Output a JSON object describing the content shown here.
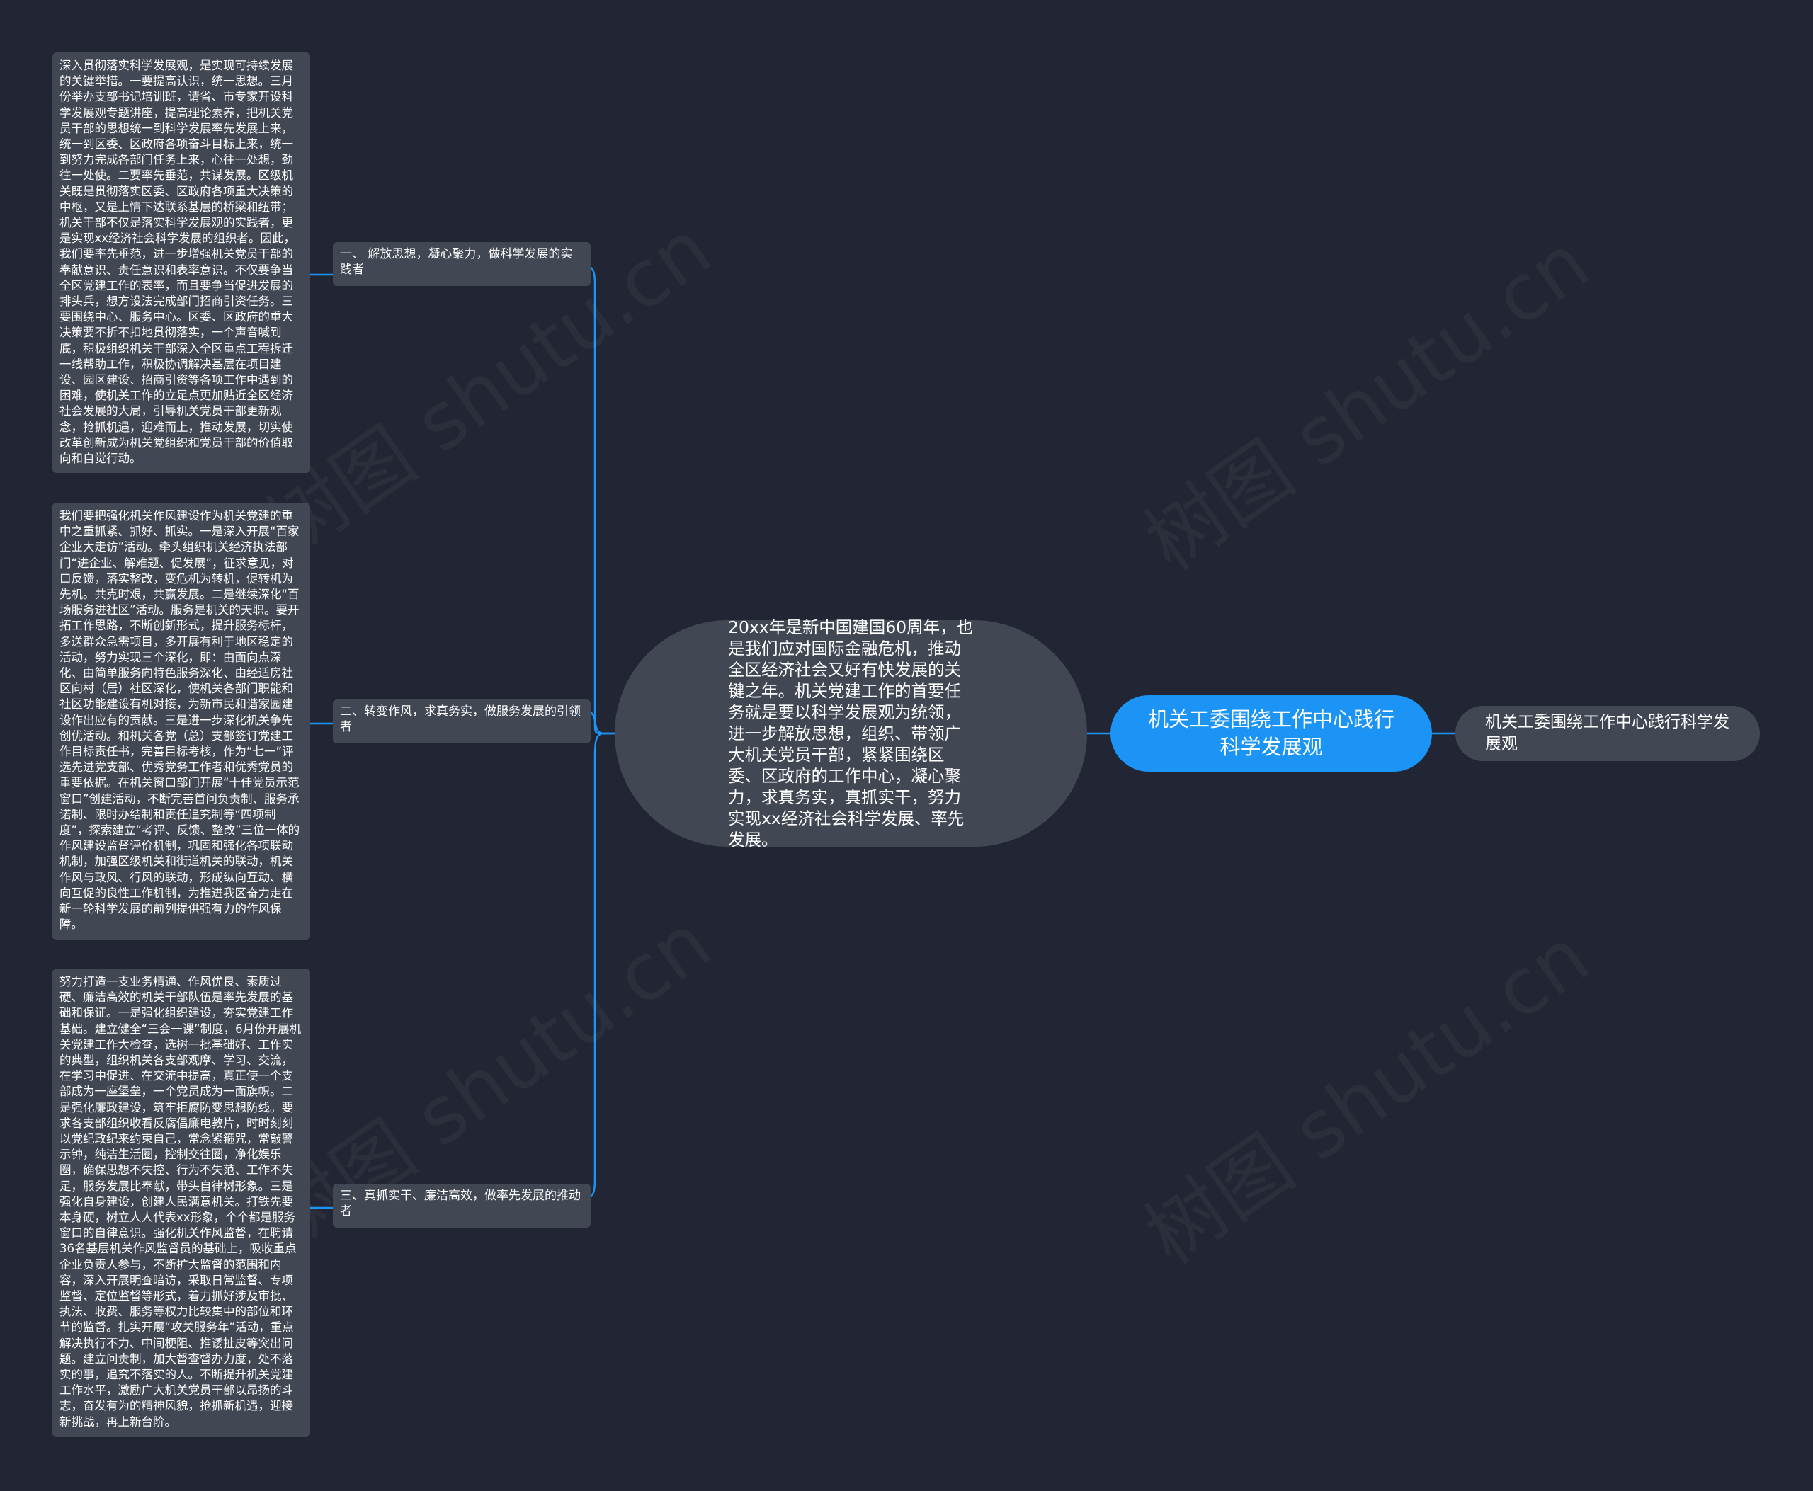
{
  "colors": {
    "background": "#222634",
    "node": "#424754",
    "root": "#1b94f5",
    "connector": "#1b94f5",
    "text": "#ffffff"
  },
  "watermark": "树图 shutu.cn",
  "root": {
    "label": "机关工委围绕工作中心践行科学发展观"
  },
  "right_child": {
    "label": "机关工委围绕工作中心践行科学发展观"
  },
  "center": {
    "text": "20xx年是新中国建国60周年，也是我们应对国际金融危机，推动全区经济社会又好有快发展的关键之年。机关党建工作的首要任务就是要以科学发展观为统领，进一步解放思想，组织、带领广大机关党员干部，紧紧围绕区委、区政府的工作中心，凝心聚力，求真务实，真抓实干，努力实现xx经济社会科学发展、率先发展。"
  },
  "branches": [
    {
      "label": "一、 解放思想，凝心聚力，做科学发展的实践者",
      "detail": "深入贯彻落实科学发展观，是实现可持续发展的关键举措。一要提高认识，统一思想。三月份举办支部书记培训班，请省、市专家开设科学发展观专题讲座，提高理论素养，把机关党员干部的思想统一到科学发展率先发展上来，统一到区委、区政府各项奋斗目标上来，统一到努力完成各部门任务上来，心往一处想，劲往一处使。二要率先垂范，共谋发展。区级机关既是贯彻落实区委、区政府各项重大决策的中枢，又是上情下达联系基层的桥梁和纽带；机关干部不仅是落实科学发展观的实践者，更是实现xx经济社会科学发展的组织者。因此，我们要率先垂范，进一步增强机关党员干部的奉献意识、责任意识和表率意识。不仅要争当全区党建工作的表率，而且要争当促进发展的排头兵，想方设法完成部门招商引资任务。三要围绕中心、服务中心。区委、区政府的重大决策要不折不扣地贯彻落实，一个声音喊到底，积极组织机关干部深入全区重点工程拆迁一线帮助工作，积极协调解决基层在项目建设、园区建设、招商引资等各项工作中遇到的困难，使机关工作的立足点更加贴近全区经济社会发展的大局，引导机关党员干部更新观念，抢抓机遇，迎难而上，推动发展，切实使改革创新成为机关党组织和党员干部的价值取向和自觉行动。"
    },
    {
      "label": "二、转变作风，求真务实，做服务发展的引领者",
      "detail": "我们要把强化机关作风建设作为机关党建的重中之重抓紧、抓好、抓实。一是深入开展“百家企业大走访”活动。牵头组织机关经济执法部门“进企业、解难题、促发展”，征求意见，对口反馈，落实整改，变危机为转机，促转机为先机。共克时艰，共赢发展。二是继续深化“百场服务进社区”活动。服务是机关的天职。要开拓工作思路，不断创新形式，提升服务标杆，多送群众急需项目，多开展有利于地区稳定的活动，努力实现三个深化，即：由面向点深化、由简单服务向特色服务深化、由经适房社区向村（居）社区深化，使机关各部门职能和社区功能建设有机对接，为新市民和谐家园建设作出应有的贡献。三是进一步深化机关争先创优活动。和机关各党（总）支部签订党建工作目标责任书，完善目标考核，作为“七一”评选先进党支部、优秀党务工作者和优秀党员的重要依据。在机关窗口部门开展“十佳党员示范窗口”创建活动，不断完善首问负责制、服务承诺制、限时办结制和责任追究制等“四项制度”，探索建立“考评、反馈、整改”三位一体的作风建设监督评价机制，巩固和强化各项联动机制，加强区级机关和街道机关的联动，机关作风与政风、行风的联动，形成纵向互动、横向互促的良性工作机制，为推进我区奋力走在新一轮科学发展的前列提供强有力的作风保障。"
    },
    {
      "label": "三、真抓实干、廉洁高效，做率先发展的推动者",
      "detail": "努力打造一支业务精通、作风优良、素质过硬、廉洁高效的机关干部队伍是率先发展的基础和保证。一是强化组织建设，夯实党建工作基础。建立健全“三会一课”制度，6月份开展机关党建工作大检查，选树一批基础好、工作实的典型，组织机关各支部观摩、学习、交流，在学习中促进、在交流中提高，真正使一个支部成为一座堡垒，一个党员成为一面旗帜。二是强化廉政建设，筑牢拒腐防变思想防线。要求各支部组织收看反腐倡廉电教片，时时刻刻以党纪政纪来约束自己，常念紧箍咒，常敲警示钟，纯洁生活圈，控制交往圈，净化娱乐圈，确保思想不失控、行为不失范、工作不失足，服务发展比奉献，带头自律树形象。三是强化自身建设，创建人民满意机关。打铁先要本身硬，树立人人代表xx形象，个个都是服务窗口的自律意识。强化机关作风监督，在聘请36名基层机关作风监督员的基础上，吸收重点企业负责人参与，不断扩大监督的范围和内容，深入开展明查暗访，采取日常监督、专项监督、定位监督等形式，着力抓好涉及审批、执法、收费、服务等权力比较集中的部位和环节的监督。扎实开展“攻关服务年”活动，重点解决执行不力、中间梗阻、推诿扯皮等突出问题。建立问责制，加大督查督办力度，处不落实的事，追究不落实的人。不断提升机关党建工作水平，激励广大机关党员干部以昂扬的斗志，奋发有为的精神风貌，抢抓新机遇，迎接新挑战，再上新台阶。"
    }
  ]
}
